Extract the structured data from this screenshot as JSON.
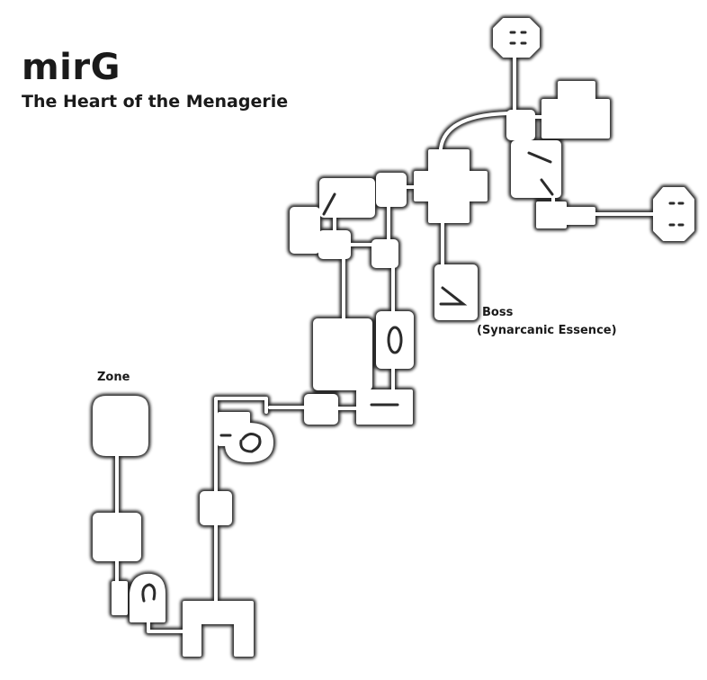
{
  "map": {
    "title": "mirG",
    "subtitle": "The Heart of the Menagerie",
    "labels": {
      "zone": "Zone",
      "boss_line1": "Boss",
      "boss_line2": "(Synarcanic Essence)"
    },
    "colors": {
      "wall": "#2b2b2b",
      "floor": "#ffffff",
      "background": "#ffffff"
    }
  }
}
